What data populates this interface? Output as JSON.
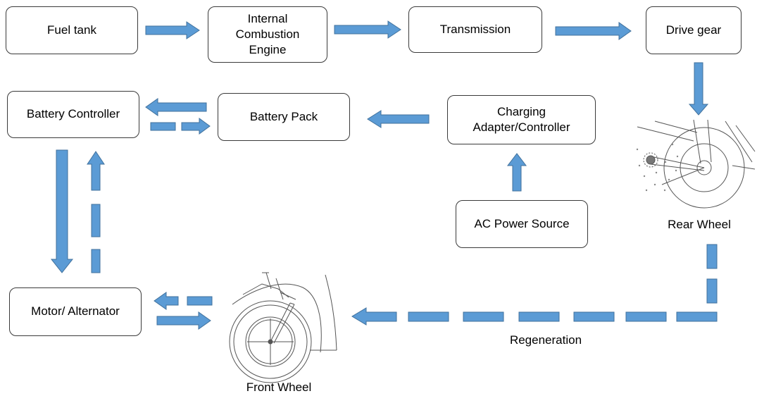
{
  "nodes": {
    "fuel_tank": "Fuel tank",
    "engine": "Internal\nCombustion\nEngine",
    "transmission": "Transmission",
    "drive_gear": "Drive gear",
    "battery_controller": "Battery Controller",
    "battery_pack": "Battery Pack",
    "charging_adapter": "Charging\nAdapter/Controller",
    "ac_power": "AC Power Source",
    "motor": "Motor/ Alternator"
  },
  "labels": {
    "rear_wheel": "Rear Wheel",
    "front_wheel": "Front Wheel",
    "regeneration": "Regeneration"
  },
  "colors": {
    "arrow": "#5b9bd5",
    "arrow_stroke": "#41719c",
    "box_border": "#3a3a3a",
    "sketch": "#555555"
  }
}
